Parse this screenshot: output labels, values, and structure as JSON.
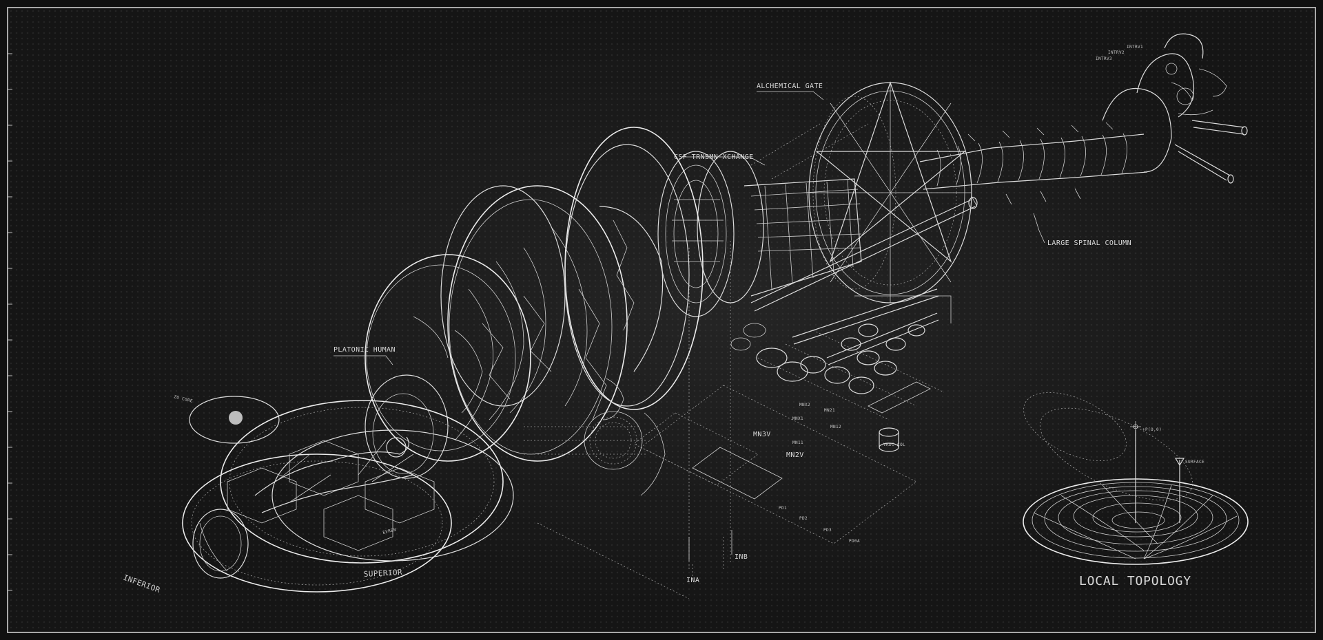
{
  "labels": {
    "alchemical_gate": "ALCHEMICAL GATE",
    "csf_exchange": "CSF TRNSMN-XCHANGE",
    "large_spinal_column": "LARGE SPINAL COLUMN",
    "platonic_human": "PLATONIC HUMAN",
    "superior": "SUPERIOR",
    "inferior": "INFERIOR",
    "mn3v": "MN3V",
    "mn2v": "MN2V",
    "inb": "INB",
    "ina": "INA",
    "local_topology": "LOCAL TOPOLOGY",
    "small_tags": [
      "MNX1",
      "MNX2",
      "MN12",
      "MN11",
      "MN21",
      "VRDC-COL",
      "PD1",
      "PD2",
      "PD3",
      "PD0A",
      "EVREN",
      "INTRV1",
      "INTRV2",
      "INTRV3",
      "+P(O,0)",
      "SURFACE",
      "ZO CORE"
    ]
  },
  "colors": {
    "background": "#151515",
    "linework": "#dcdcdc",
    "border": "#a7a7a7"
  }
}
